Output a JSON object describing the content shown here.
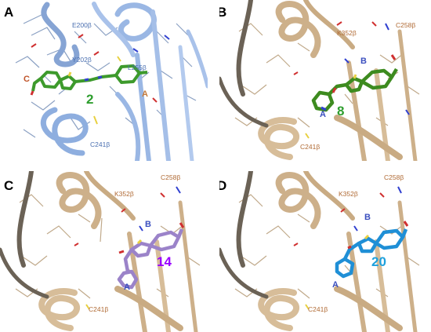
{
  "colors": {
    "ribbon_a": "#9ab7e4",
    "ribbon_b": "#cdb08a",
    "ligand_2": "#3d9a2c",
    "ligand_8": "#3d8b1f",
    "ligand_14": "#9b83c9",
    "ligand_20": "#1f8fd6",
    "ring_label": "#3b4fbf",
    "residue_label_a": "#4a6fb0",
    "residue_label_b": "#b06a34",
    "compound_2": "#2e9e2e",
    "compound_8": "#2e9e2e",
    "compound_14": "#9900ff",
    "compound_20": "#1ea0dc",
    "c_label": "#c0542a",
    "a_label_panelA": "#c57a3a"
  },
  "panels": {
    "A": {
      "letter": "A",
      "residues": [
        "E200β",
        "Y202β",
        "L255β",
        "C241β"
      ],
      "ring_C": "C",
      "ring_A": "A",
      "compound": "2"
    },
    "B": {
      "letter": "B",
      "residues": [
        "K352β",
        "C258β",
        "C241β"
      ],
      "ring_B": "B",
      "ring_A": "A",
      "compound": "8"
    },
    "C": {
      "letter": "C",
      "residues": [
        "K352β",
        "C258β",
        "C241β"
      ],
      "ring_B": "B",
      "ring_A": "A",
      "compound": "14"
    },
    "D": {
      "letter": "D",
      "residues": [
        "K352β",
        "C258β",
        "C241β"
      ],
      "ring_B": "B",
      "ring_A": "A",
      "compound": "20"
    }
  }
}
